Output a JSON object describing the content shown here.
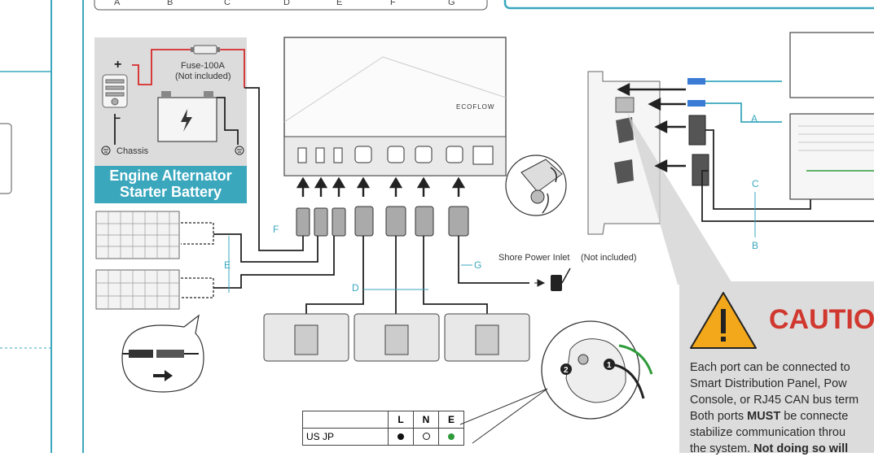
{
  "top_legend": {
    "letters": [
      "A",
      "B",
      "C",
      "D",
      "E",
      "F",
      "G"
    ]
  },
  "alternator": {
    "fuse_label": "Fuse-100A",
    "fuse_note": "(Not included)",
    "plus_sign": "+",
    "minus_sign": "−",
    "chassis_label": "Chassis",
    "box_title_line1": "Engine Alternator",
    "box_title_line2": "Starter Battery"
  },
  "device": {
    "brand": "ECOFLOW"
  },
  "cable_labels": {
    "A": "A",
    "B": "B",
    "C": "C",
    "D": "D",
    "E": "E",
    "F": "F",
    "G": "G"
  },
  "shore_power": {
    "label": "Shore Power Inlet",
    "note": "(Not included)"
  },
  "callouts": {
    "step_1": "1",
    "step_2": "2"
  },
  "table": {
    "headers": [
      "",
      "L",
      "N",
      "E"
    ],
    "rows": [
      {
        "region": "US JP",
        "L": "filled",
        "N": "open",
        "E": "green"
      }
    ]
  },
  "caution": {
    "title": "CAUTIO",
    "line1": "Each port can be connected to",
    "line2": "Smart Distribution Panel, Pow",
    "line3": "Console, or RJ45 CAN bus term",
    "line4_prefix": "Both ports ",
    "line4_bold": "MUST",
    "line4_suffix": " be connecte",
    "line5": "stabilize communication throu",
    "line6_prefix": "the system. ",
    "line6_bold": "Not doing so will"
  },
  "colors": {
    "teal": "#3aa7bd",
    "caution_red": "#d0372e",
    "warning_yellow": "#f3a81b",
    "cable_red": "#d62b2b",
    "ground_green": "#2e9b3a",
    "gray_panel": "#dcdcdc"
  }
}
